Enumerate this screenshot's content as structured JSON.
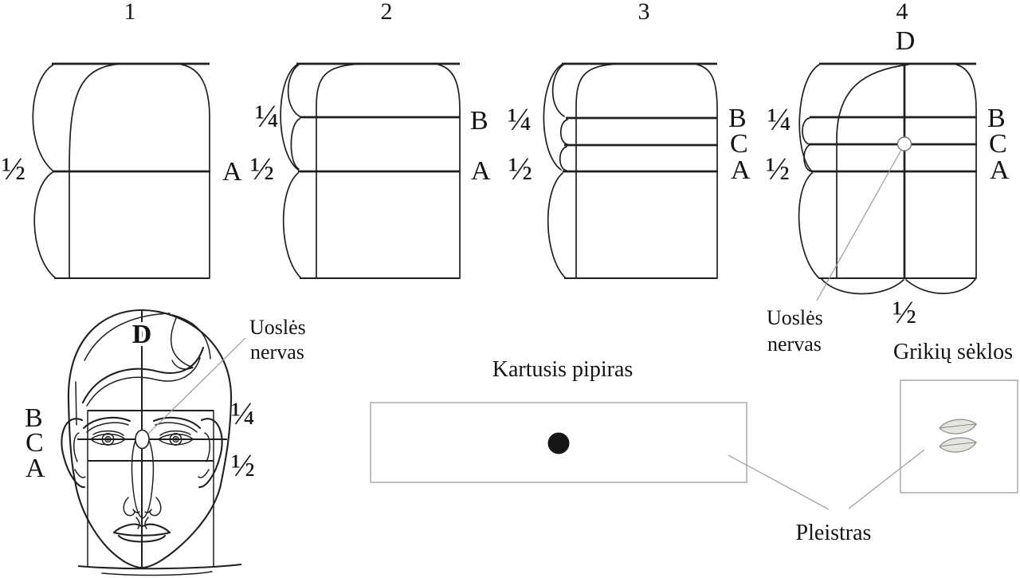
{
  "colors": {
    "ink": "#1f1f1f",
    "thin": "#9a9a9a",
    "box": "#b0b0b0",
    "seed-fill": "#e4e4e0",
    "seed-stroke": "#8b8b85",
    "dot": "#151515",
    "text": "#141414",
    "bg": "#ffffff"
  },
  "steps": [
    {
      "num": "1",
      "labels": {
        "half": "½",
        "a": "A"
      }
    },
    {
      "num": "2",
      "labels": {
        "quarter": "¼",
        "half": "½",
        "b": "B",
        "a": "A"
      }
    },
    {
      "num": "3",
      "labels": {
        "quarter": "¼",
        "half": "½",
        "b": "B",
        "c": "C",
        "a": "A"
      }
    },
    {
      "num": "4",
      "labels": {
        "d": "D",
        "quarter": "¼",
        "half": "½",
        "b": "B",
        "c": "C",
        "a": "A",
        "bottom_half": "½"
      }
    }
  ],
  "nerve_callout": {
    "line1": "Uoslės",
    "line2": "nervas"
  },
  "face": {
    "labels": {
      "d": "D",
      "b": "B",
      "c": "C",
      "a": "A",
      "quarter": "¼",
      "half": "½"
    }
  },
  "pepper": {
    "label": "Kartusis pipiras"
  },
  "seeds": {
    "label": "Grikių sėklos"
  },
  "plaster": {
    "label": "Pleistras"
  }
}
